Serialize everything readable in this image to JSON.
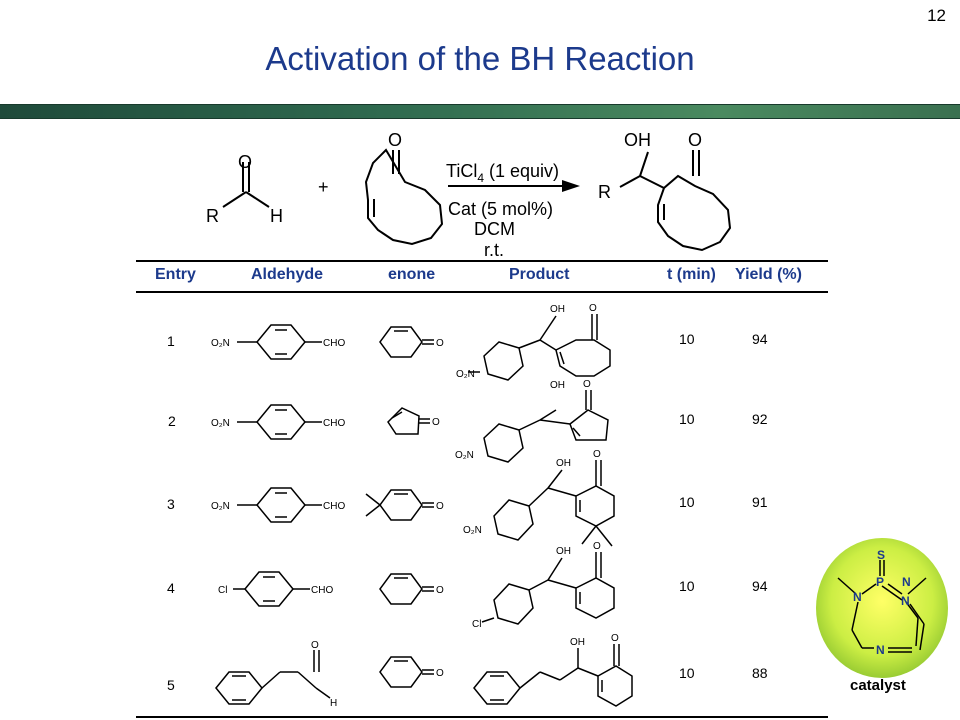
{
  "slide": {
    "number": "12",
    "title": "Activation of the BH Reaction"
  },
  "scheme": {
    "aldehyde": {
      "O": "O",
      "R": "R",
      "H": "H"
    },
    "plus": "+",
    "enone": {
      "O": "O"
    },
    "product": {
      "OH": "OH",
      "O": "O",
      "R": "R"
    },
    "conditions": {
      "reagent": "TiCl",
      "reagent_sub": "4",
      "reagent_amount": "(1 equiv)",
      "catalyst": "Cat (5 mol%)",
      "solvent": "DCM",
      "temperature": "r.t."
    }
  },
  "table": {
    "headers": [
      "Entry",
      "Aldehyde",
      "enone",
      "Product",
      "t (min)",
      "Yield (%)"
    ],
    "rows": [
      {
        "entry": "1",
        "time": "10",
        "yield": "94",
        "aldehyde_sub": "O₂N",
        "aldehyde_group": "CHO"
      },
      {
        "entry": "2",
        "time": "10",
        "yield": "92",
        "aldehyde_sub": "O₂N",
        "aldehyde_group": "CHO"
      },
      {
        "entry": "3",
        "time": "10",
        "yield": "91",
        "aldehyde_sub": "O₂N",
        "aldehyde_group": "CHO"
      },
      {
        "entry": "4",
        "time": "10",
        "yield": "94",
        "aldehyde_sub": "Cl",
        "aldehyde_group": "CHO"
      },
      {
        "entry": "5",
        "time": "10",
        "yield": "88",
        "aldehyde_sub": "",
        "aldehyde_group": ""
      }
    ]
  },
  "catalyst": {
    "label": "catalyst",
    "atoms": {
      "S": "S",
      "P": "P",
      "N": "N"
    }
  }
}
